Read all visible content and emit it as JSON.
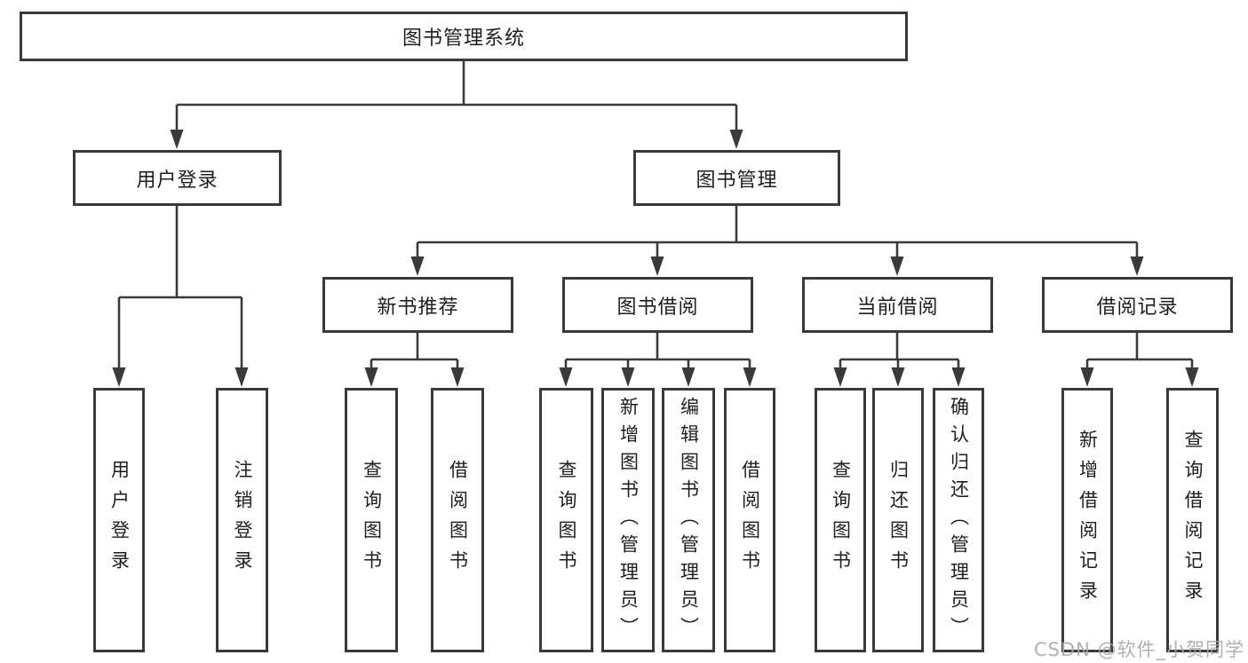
{
  "nodes": {
    "root": "图书管理系统",
    "user_login": "用户登录",
    "book_mgmt": "图书管理",
    "new_book_rec": "新书推荐",
    "book_borrow": "图书借阅",
    "current_borrow": "当前借阅",
    "borrow_record": "借阅记录",
    "leaf_user_login": "用户登录",
    "leaf_logout": "注销登录",
    "leaf_rec_query": "查询图书",
    "leaf_rec_borrow": "借阅图书",
    "leaf_bb_query": "查询图书",
    "leaf_bb_add": "新增图书（管理员）",
    "leaf_bb_edit": "编辑图书（管理员）",
    "leaf_bb_borrow": "借阅图书",
    "leaf_cb_query": "查询图书",
    "leaf_cb_return": "归还图书",
    "leaf_cb_confirm": "确认归还（管理员）",
    "leaf_br_add": "新增借阅记录",
    "leaf_br_query": "查询借阅记录"
  },
  "watermark": "CSDN @软件_小贺同学",
  "colors": {
    "line": "#3a3a3c",
    "text": "#1e1e1e",
    "background": "#ffffff",
    "watermark": "#a4a7ac"
  }
}
